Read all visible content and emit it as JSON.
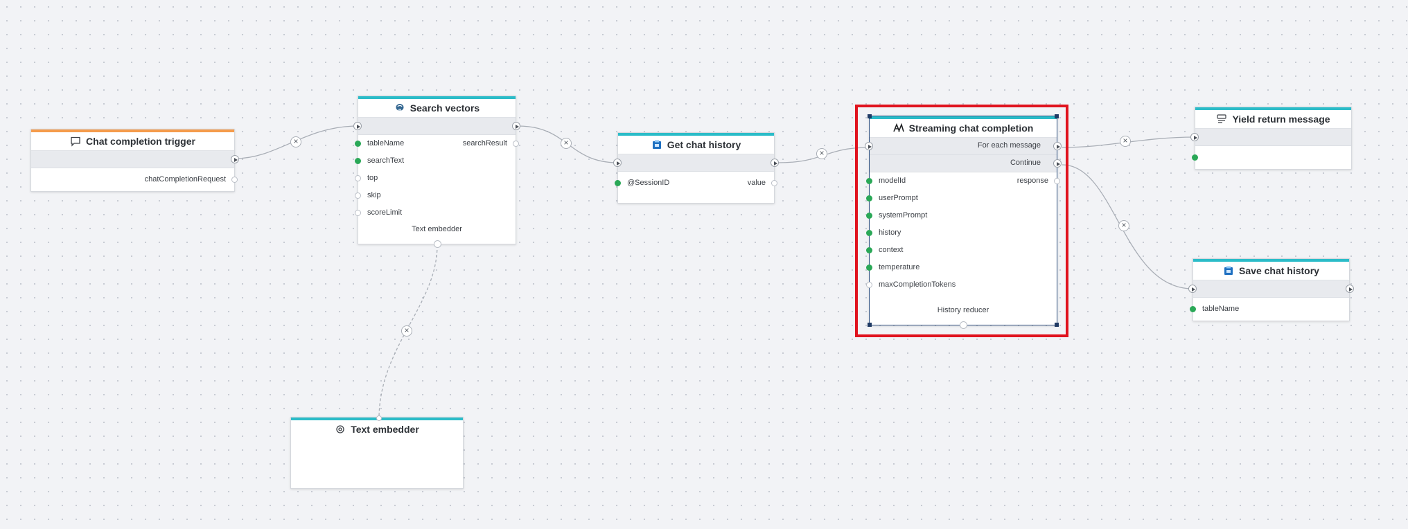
{
  "canvas": {
    "name": "Workflow designer canvas"
  },
  "colors": {
    "trigger_accent": "#f59b4b",
    "node_accent": "#2bbcc8",
    "connected_pin": "#2aa857",
    "selection_outline": "#e0131e",
    "selection_handle": "#1f3a64"
  },
  "nodes": {
    "chat_trigger": {
      "title": "Chat completion trigger",
      "icon": "chat-bubble-icon",
      "outputs": [
        "chatCompletionRequest"
      ]
    },
    "search_vectors": {
      "title": "Search vectors",
      "icon": "postgres-elephant-icon",
      "inputs": [
        "tableName",
        "searchText",
        "top",
        "skip",
        "scoreLimit"
      ],
      "outputs": [
        "searchResult"
      ],
      "footer": "Text embedder"
    },
    "get_chat_history": {
      "title": "Get chat history",
      "icon": "sql-database-icon",
      "inputs": [
        "@SessionID"
      ],
      "outputs": [
        "value"
      ]
    },
    "streaming_chat": {
      "title": "Streaming chat completion",
      "icon": "ai-logo-icon",
      "flow_outputs": [
        "For each message",
        "Continue"
      ],
      "inputs": [
        "modelId",
        "userPrompt",
        "systemPrompt",
        "history",
        "context",
        "temperature",
        "maxCompletionTokens"
      ],
      "outputs": [
        "response"
      ],
      "footer": "History reducer"
    },
    "yield_return": {
      "title": "Yield return message",
      "icon": "message-return-icon"
    },
    "save_chat_history": {
      "title": "Save chat history",
      "icon": "sql-database-icon",
      "inputs": [
        "tableName"
      ]
    },
    "text_embedder": {
      "title": "Text embedder",
      "icon": "embedding-swirl-icon"
    }
  },
  "edge_remove_symbol": "×"
}
